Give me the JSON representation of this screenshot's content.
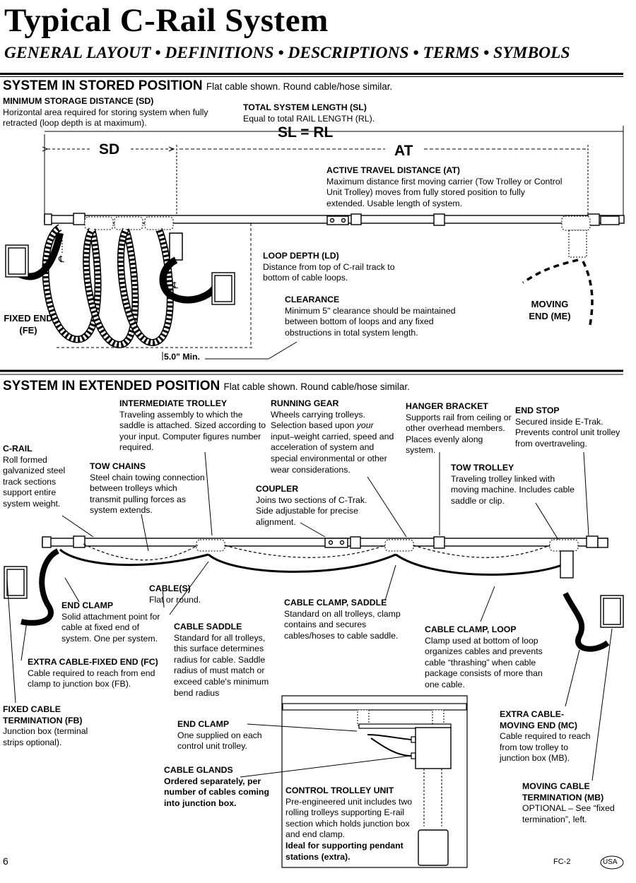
{
  "header": {
    "title": "Typical C-Rail System",
    "subtitle": "GENERAL LAYOUT • DEFINITIONS • DESCRIPTIONS • TERMS • SYMBOLS"
  },
  "stored": {
    "heading": "SYSTEM IN STORED POSITION",
    "heading_sub": "Flat cable shown. Round cable/hose similar.",
    "sd": {
      "title": "MINIMUM STORAGE DISTANCE (SD)",
      "text": "Horizontal area required for storing system when fully retracted (loop depth is at maximum)."
    },
    "sl": {
      "title": "TOTAL SYSTEM LENGTH (SL)",
      "text": "Equal to total RAIL LENGTH (RL)."
    },
    "sl_eq": "SL = RL",
    "sd_dim": "SD",
    "at_dim": "AT",
    "at": {
      "title": "ACTIVE TRAVEL DISTANCE (AT)",
      "text": "Maximum distance first moving carrier (Tow Trolley or Control Unit Trolley) moves from fully stored position to fully extended. Usable length of system."
    },
    "ld": {
      "title": "LOOP DEPTH (LD)",
      "text": "Distance from top of C-rail track to bottom of cable loops."
    },
    "clearance": {
      "title": "CLEARANCE",
      "text": "Minimum 5\" clearance should be maintained between bottom of loops and any fixed obstructions in total system length."
    },
    "fixed_end": "FIXED END (FE)",
    "moving_end": "MOVING END (ME)",
    "min_dim": "5.0\" Min.",
    "cl": "℄"
  },
  "extended": {
    "heading": "SYSTEM IN EXTENDED POSITION",
    "heading_sub": "Flat cable shown. Round cable/hose similar.",
    "intermediate": {
      "title": "INTERMEDIATE TROLLEY",
      "text": "Traveling assembly to which the saddle is attached. Sized according to your input. Computer figures number required."
    },
    "running": {
      "title": "RUNNING GEAR",
      "text_a": "Wheels carrying trolleys. Selection based upon ",
      "text_em": "your",
      "text_b": " input–weight carried, speed and acceleration of system and special environmental or other wear considerations."
    },
    "hanger": {
      "title": "HANGER BRACKET",
      "text": "Supports rail from ceiling or other overhead members. Places evenly along system."
    },
    "end_stop": {
      "title": "END STOP",
      "text": "Secured inside E-Trak. Prevents control unit trolley from overtraveling."
    },
    "crail": {
      "title": "C-RAIL",
      "text": "Roll formed galvanized steel track sections support entire system weight."
    },
    "tow_chains": {
      "title": "TOW CHAINS",
      "text": "Steel chain towing connection between trolleys which transmit pulling forces as system extends."
    },
    "coupler": {
      "title": "COUPLER",
      "text": "Joins two sections of C-Trak. Side adjustable for precise alignment."
    },
    "tow_trolley": {
      "title": "TOW TROLLEY",
      "text": "Traveling trolley linked with moving machine. Includes cable saddle or clip."
    },
    "cables": {
      "title": "CABLE(S)",
      "text": "Flat or round."
    },
    "end_clamp": {
      "title": "END CLAMP",
      "text": "Solid attachment point for cable at fixed end of system. One per system."
    },
    "cable_saddle": {
      "title": "CABLE SADDLE",
      "text": "Standard for all trolleys, this surface determines radius for cable. Saddle radius of must match or exceed cable's minimum bend radius"
    },
    "clamp_saddle": {
      "title": "CABLE CLAMP, SADDLE",
      "text": "Standard on all trolleys, clamp contains and secures cables/hoses to cable saddle."
    },
    "clamp_loop": {
      "title": "CABLE CLAMP, LOOP",
      "text": "Clamp used at bottom of loop organizes cables and prevents cable “thrashing” when cable package consists of more than one cable."
    },
    "extra_fc": {
      "title": "EXTRA CABLE-FIXED END (FC)",
      "text": "Cable required to reach from end clamp to junction box (FB)."
    },
    "fixed_term": {
      "title": "FIXED CABLE TERMINATION (FB)",
      "text": "Junction box (terminal strips optional)."
    },
    "end_clamp2": {
      "title": "END CLAMP",
      "text": "One supplied on each control unit trolley."
    },
    "glands": {
      "title": "CABLE GLANDS",
      "text": "Ordered separately, per number of cables coming into junction box."
    },
    "control": {
      "title": "CONTROL TROLLEY UNIT",
      "text": "Pre-engineered unit includes two rolling trolleys supporting E-rail section which holds junction box and end clamp.",
      "text_bold": "Ideal for supporting pendant stations (extra)."
    },
    "extra_mc": {
      "title": "EXTRA CABLE-MOVING END (MC)",
      "text": "Cable required to reach from tow trolley to junction box (MB)."
    },
    "moving_term": {
      "title": "MOVING CABLE TERMINATION (MB)",
      "text": "OPTIONAL – See “fixed termination”, left."
    }
  },
  "footer": {
    "page": "6",
    "code": "FC-2",
    "badge": "USA"
  }
}
